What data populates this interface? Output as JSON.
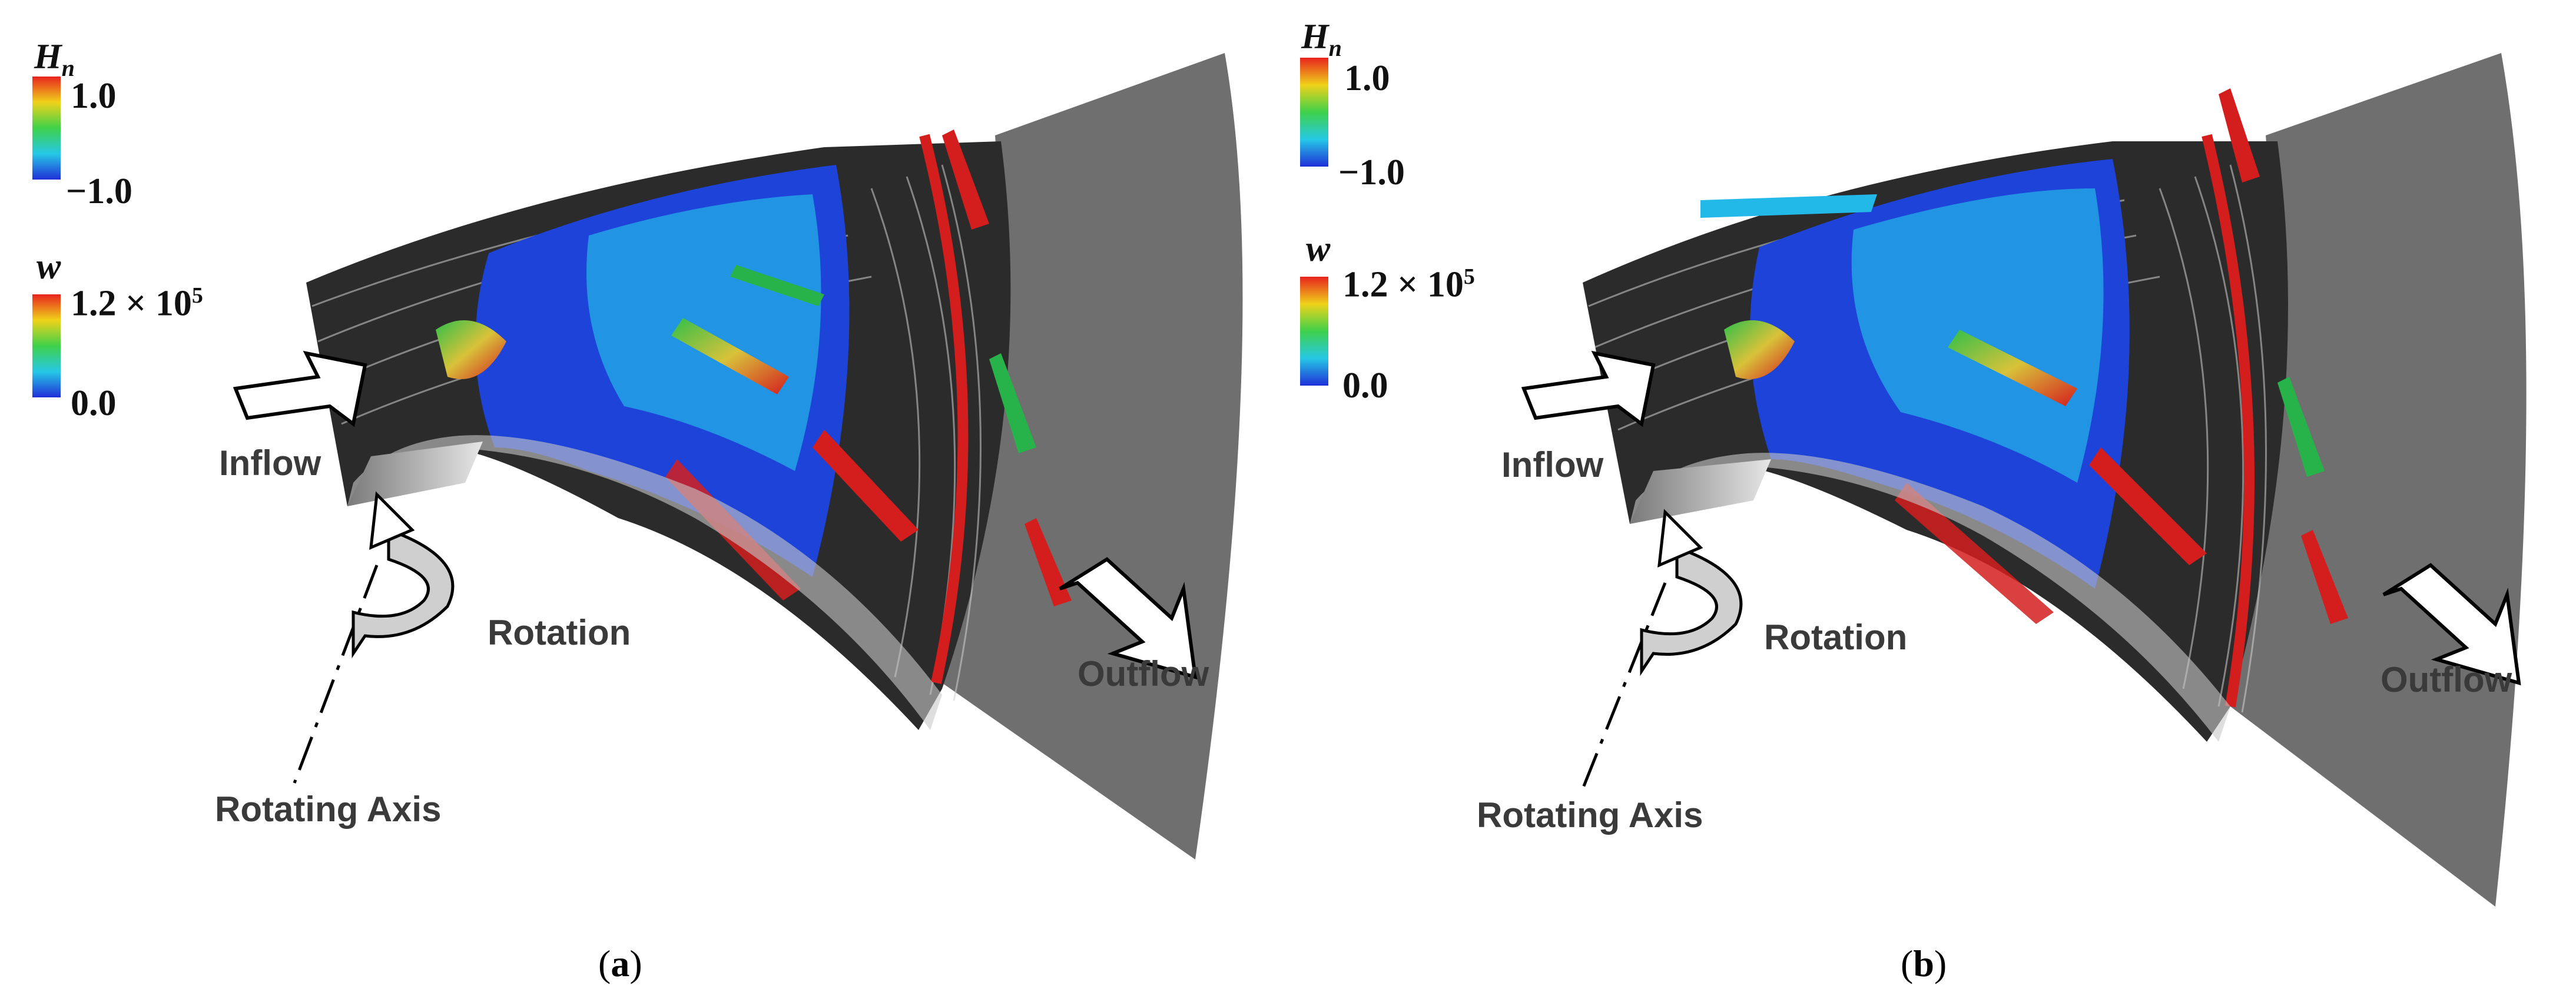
{
  "figure": {
    "panels": [
      {
        "id": "a",
        "label_open": "(",
        "label_letter": "a",
        "label_close": ")",
        "legend_hn": {
          "var": "H",
          "sub": "n",
          "max": "1.0",
          "min": "−1.0"
        },
        "legend_w": {
          "var": "w",
          "max_base": "1.2 × 10",
          "max_exp": "5",
          "min": "0.0"
        },
        "annotations": {
          "inflow": "Inflow",
          "outflow": "Outflow",
          "rotation": "Rotation",
          "axis": "Rotating Axis"
        }
      },
      {
        "id": "b",
        "label_open": "(",
        "label_letter": "b",
        "label_close": ")",
        "legend_hn": {
          "var": "H",
          "sub": "n",
          "max": "1.0",
          "min": "−1.0"
        },
        "legend_w": {
          "var": "w",
          "max_base": "1.2 × 10",
          "max_exp": "5",
          "min": "0.0"
        },
        "annotations": {
          "inflow": "Inflow",
          "outflow": "Outflow",
          "rotation": "Rotation",
          "axis": "Rotating Axis"
        }
      }
    ],
    "colors": {
      "casing": "#6f6f6f",
      "hub": "#bdbdbd",
      "contour_blue": "#1e43d8",
      "contour_cyan": "#22b8e8",
      "vortex_red": "#d41e1e",
      "vortex_green": "#27b34a",
      "vortex_yellow": "#d8c23a",
      "streak": "#111111"
    }
  }
}
